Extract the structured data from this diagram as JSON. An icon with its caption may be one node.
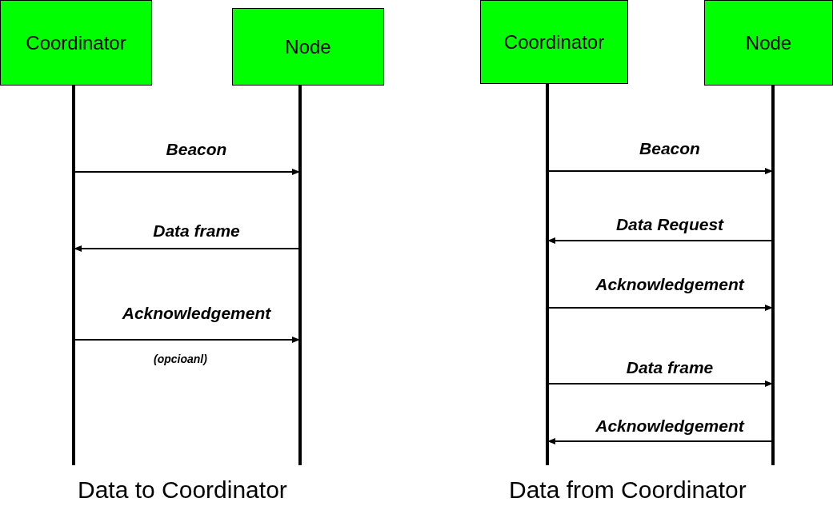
{
  "diagram": {
    "nodes": [
      {
        "text": [
          "Coordinator"
        ]
      },
      {
        "text": [
          "Node"
        ]
      },
      {
        "text": [
          "Coordinator"
        ]
      },
      {
        "text": [
          "Node"
        ]
      }
    ],
    "edges": [
      {
        "from": 0,
        "to": 1,
        "arrow": "to",
        "label": "Beacon"
      },
      {
        "from": 1,
        "to": 0,
        "arrow": "to",
        "label": "Data frame"
      },
      {
        "from": 0,
        "to": 1,
        "arrow": "to",
        "label": "Acknowledgement"
      },
      {
        "from": 2,
        "to": 3,
        "arrow": "to",
        "label": "Beacon"
      },
      {
        "from": 3,
        "to": 2,
        "arrow": "to",
        "label": "Data Request"
      },
      {
        "from": 2,
        "to": 3,
        "arrow": "to",
        "label": "Acknowledgement"
      },
      {
        "from": 2,
        "to": 3,
        "arrow": "to",
        "label": "Data frame"
      },
      {
        "from": 3,
        "to": 2,
        "arrow": "to",
        "label": "Acknowledgement"
      }
    ],
    "labels": [
      "(opcioanl)",
      "Data to Coordinator",
      "Data from Coordinator"
    ]
  }
}
